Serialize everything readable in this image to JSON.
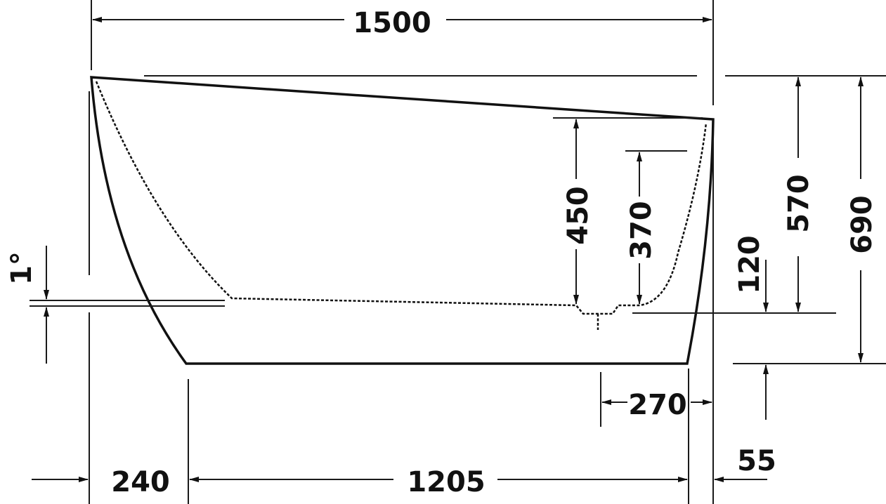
{
  "drawing": {
    "line_color": "#111111",
    "dimensions": {
      "overall_length": "1500",
      "inner_depth": "450",
      "water_depth": "370",
      "height_rim_low": "570",
      "height_rim_high": "690",
      "drain_height": "120",
      "slope": "1°",
      "drain_offset": "270",
      "left_overhang": "240",
      "base_length": "1205",
      "right_overhang": "55"
    }
  }
}
